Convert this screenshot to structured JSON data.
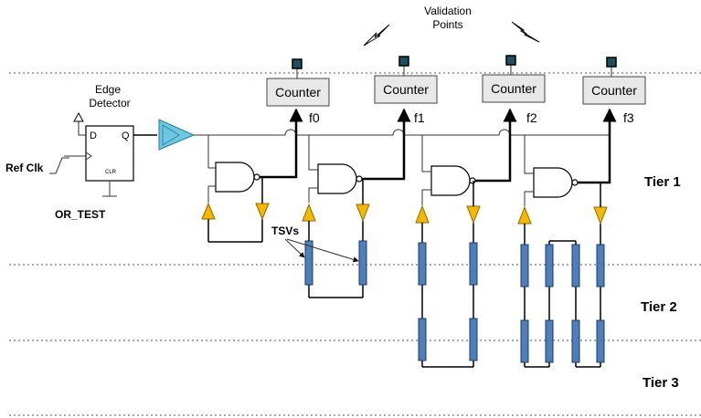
{
  "title": "Validation Points",
  "edge_detector": {
    "label": "Edge Detector",
    "pin_d": "D",
    "pin_q": "Q",
    "pin_clr": "CLR"
  },
  "ref_clk": "Ref Clk",
  "or_test": "OR_TEST",
  "tsv_label": "TSVs",
  "counters": [
    {
      "label": "Counter",
      "freq": "f0"
    },
    {
      "label": "Counter",
      "freq": "f1"
    },
    {
      "label": "Counter",
      "freq": "f2"
    },
    {
      "label": "Counter",
      "freq": "f3"
    }
  ],
  "tiers": [
    "Tier 1",
    "Tier 2",
    "Tier 3"
  ],
  "colors": {
    "buffer": "#f5b800",
    "tsv": "#4f7fb8",
    "driver": "#6cc8e0",
    "pin": "#1f4f5f",
    "counter": "#e8e8e8"
  }
}
